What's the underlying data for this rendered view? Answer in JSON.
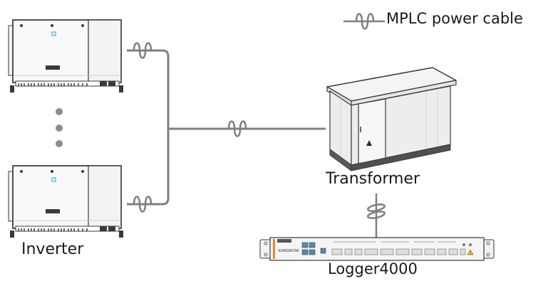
{
  "legend": {
    "label": "MPLC power cable"
  },
  "devices": {
    "inverter": {
      "label": "Inverter"
    },
    "transformer": {
      "label": "Transformer"
    },
    "logger": {
      "label": "Logger4000",
      "brand": "SUNGROW"
    }
  },
  "colors": {
    "cable": "#7f7f7f",
    "outline": "#3a3a3a",
    "inverter_body": "#f7f9fa",
    "transformer_wall": "#ececec",
    "transformer_base": "#5a5a5a",
    "logger_port": "#5d87a8",
    "dots": "#8c8c8c"
  }
}
